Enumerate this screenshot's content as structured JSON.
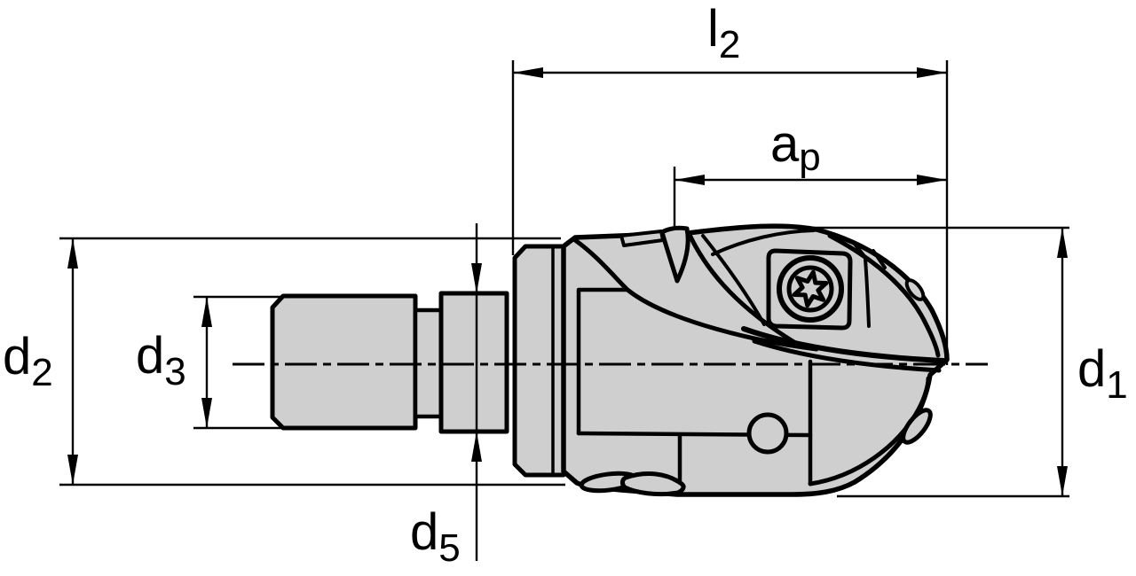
{
  "diagram": {
    "title": "indexable ball nose end mill dimension drawing",
    "colors": {
      "background": "#ffffff",
      "part_fill": "#cfcfcf",
      "outline": "#000000"
    },
    "dimensions": {
      "l2": {
        "base": "l",
        "sub": "2"
      },
      "ap": {
        "base": "a",
        "sub": "p"
      },
      "d2": {
        "base": "d",
        "sub": "2"
      },
      "d3": {
        "base": "d",
        "sub": "3"
      },
      "d5": {
        "base": "d",
        "sub": "5"
      },
      "d1": {
        "base": "d",
        "sub": "1"
      }
    },
    "features": [
      "shank",
      "neck",
      "collar",
      "flange",
      "cutter-head",
      "cutting-insert",
      "torx-screw",
      "coolant-hole",
      "centerline"
    ]
  }
}
